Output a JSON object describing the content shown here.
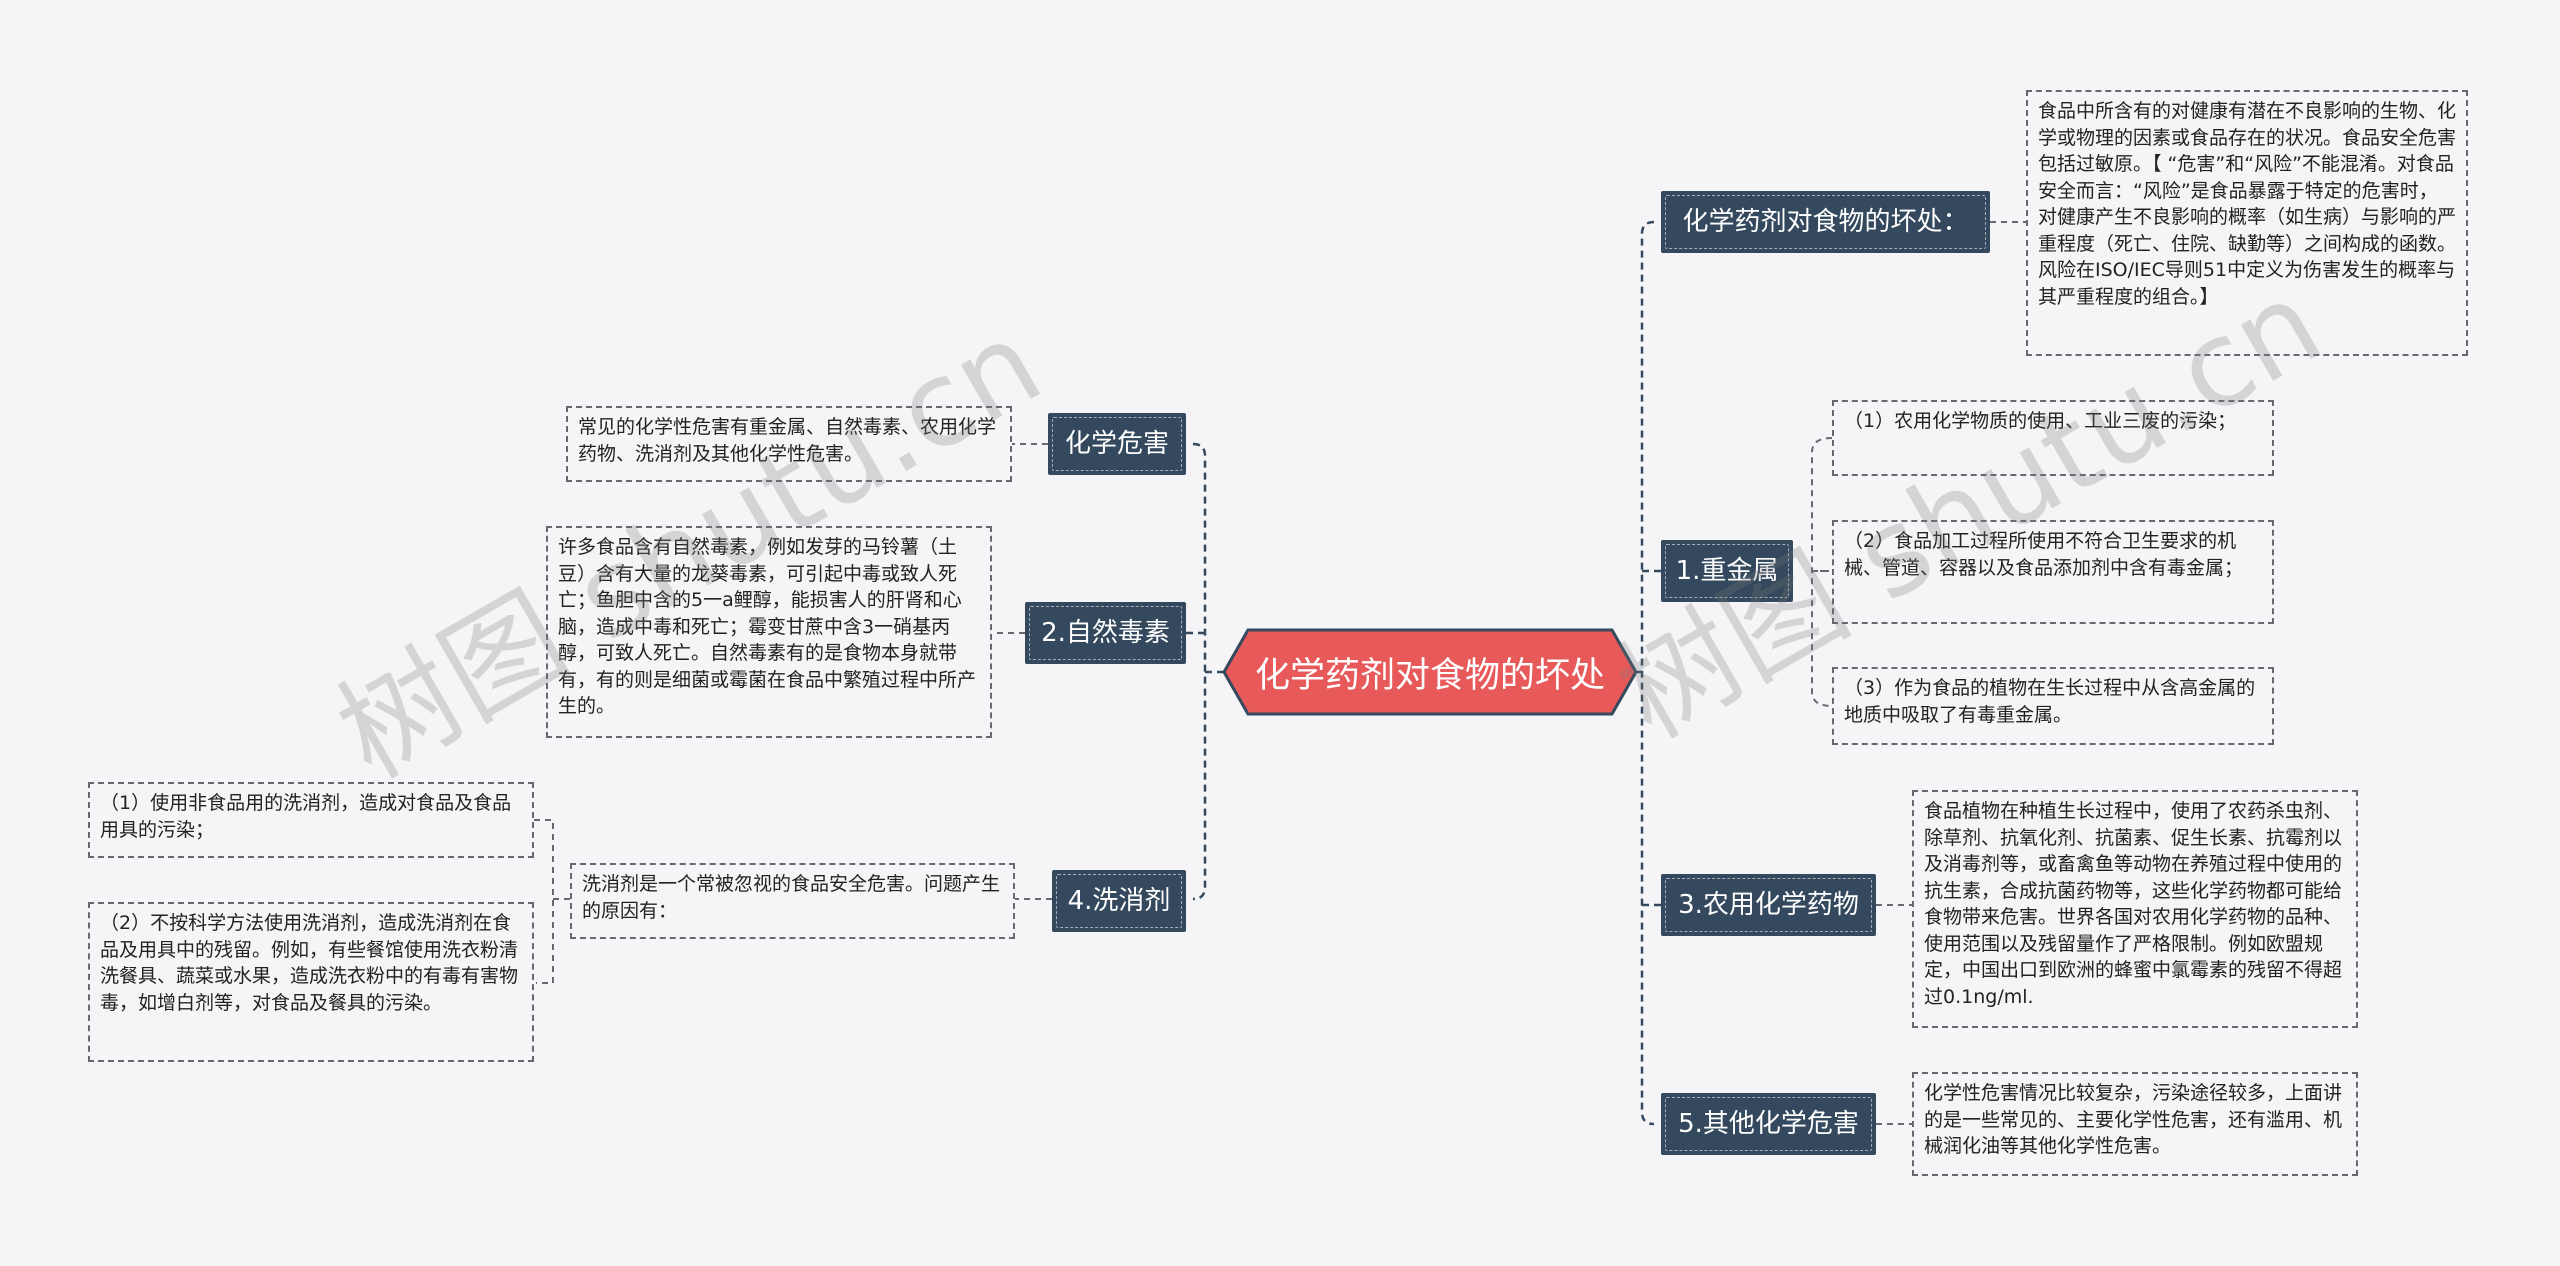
{
  "root": "化学药剂对食物的坏处",
  "watermarks": [
    "树图 shutu.cn",
    "树图 shutu.cn"
  ],
  "left": {
    "chem_hazard": {
      "label": "化学危害",
      "note": "常见的化学性危害有重金属、自然毒素、农用化学药物、洗消剂及其他化学性危害。"
    },
    "natural_toxin": {
      "label": "2.自然毒素",
      "note": "许多食品含有自然毒素，例如发芽的马铃薯（土豆）含有大量的龙葵毒素，可引起中毒或致人死亡；鱼胆中含的5一a鲤醇，能损害人的肝肾和心脑，造成中毒和死亡；霉变甘蔗中含3一硝基丙醇，可致人死亡。自然毒素有的是食物本身就带有，有的则是细菌或霉菌在食品中繁殖过程中所产生的。"
    },
    "detergent": {
      "label": "4.洗消剂",
      "note": "洗消剂是一个常被忽视的食品安全危害。问题产生的原因有：",
      "sub": [
        "（1）使用非食品用的洗消剂，造成对食品及食品用具的污染；",
        "（2）不按科学方法使用洗消剂，造成洗消剂在食品及用具中的残留。例如，有些餐馆使用洗衣粉清洗餐具、蔬菜或水果，造成洗衣粉中的有毒有害物毒，如增白剂等，对食品及餐具的污染。"
      ]
    }
  },
  "right": {
    "harm": {
      "label": "化学药剂对食物的坏处：",
      "note": "食品中所含有的对健康有潜在不良影响的生物、化学或物理的因素或食品存在的状况。食品安全危害包括过敏原。【 “危害”和“风险”不能混淆。对食品安全而言：“风险”是食品暴露于特定的危害时，对健康产生不良影响的概率（如生病）与影响的严重程度（死亡、住院、缺勤等）之间构成的函数。风险在ISO/IEC导则51中定义为伤害发生的概率与其严重程度的组合。】"
    },
    "heavy_metal": {
      "label": "1.重金属",
      "sub": [
        "（1）农用化学物质的使用、工业三废的污染；",
        "（2）食品加工过程所使用不符合卫生要求的机械、管道、容器以及食品添加剂中含有毒金属；",
        "（3）作为食品的植物在生长过程中从含高金属的地质中吸取了有毒重金属。"
      ]
    },
    "agri": {
      "label": "3.农用化学药物",
      "note": "食品植物在种植生长过程中，使用了农药杀虫剂、除草剂、抗氧化剂、抗菌素、促生长素、抗霉剂以及消毒剂等，或畜禽鱼等动物在养殖过程中使用的抗生素，合成抗菌药物等，这些化学药物都可能给食物带来危害。世界各国对农用化学药物的品种、使用范围以及残留量作了严格限制。例如欧盟规定，中国出口到欧洲的蜂蜜中氯霉素的残留不得超过0.1ng/ml."
    },
    "other": {
      "label": "5.其他化学危害",
      "note": "化学性危害情况比较复杂，污染途径较多，上面讲的是一些常见的、主要化学性危害，还有滥用、机械润化油等其他化学性危害。"
    }
  },
  "colors": {
    "background": "#f5f5f7",
    "root_fill": "#e85a5a",
    "root_stroke": "#34495e",
    "node_fill": "#34495e",
    "line": "#34495e",
    "note_border": "#666a70"
  }
}
